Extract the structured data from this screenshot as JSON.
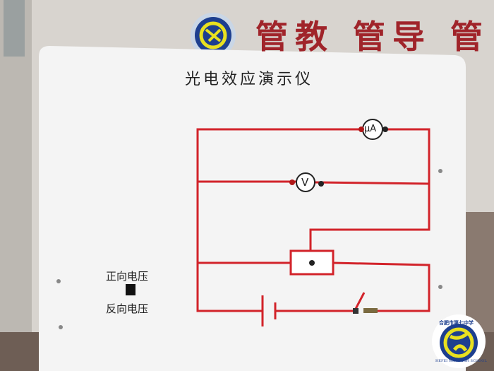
{
  "wall_banner": "管教 管导 管",
  "board": {
    "title": "光电效应演示仪",
    "forward_voltage_label": "正向电压",
    "reverse_voltage_label": "反向电压",
    "microammeter_label": "μA",
    "voltmeter_label": "V"
  },
  "school_logo": {
    "name_cn": "合肥市第七中学",
    "name_en": "HEFEI NO.7 HIGH SCHOOL"
  },
  "colors": {
    "wire": "#d2232a",
    "board": "#f4f4f4",
    "banner": "#a0242a",
    "logo_blue": "#1d3f8f",
    "logo_yellow": "#e8e020"
  }
}
